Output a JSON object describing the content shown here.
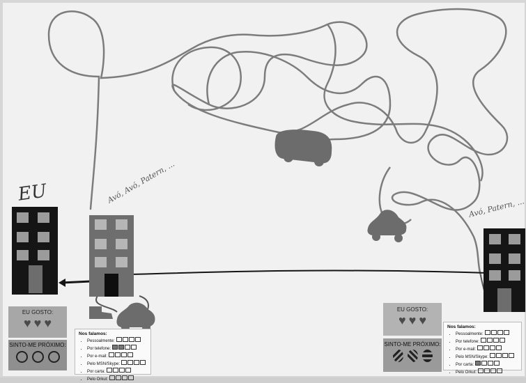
{
  "left": {
    "label_eu": "EU",
    "middle_note": "Avó, Avó, Patern, ...",
    "card_like_title": "EU GOSTO:",
    "card_close_title": "SINTO-ME PRÓXIMO:",
    "list": {
      "heading": "Nos falamos:",
      "items": [
        "Pessoalmente:",
        "Por telefone:",
        "Por e-mail:",
        "Pelo MSN/Skype:",
        "Por carta:",
        "Pelo Orkut:"
      ],
      "filled": [
        0,
        2,
        0,
        0,
        0,
        0
      ]
    }
  },
  "right": {
    "note": "Avó, Patern, ...",
    "card_like_title": "EU GOSTO:",
    "card_close_title": "SINTO-ME PRÓXIMO:",
    "list": {
      "heading": "Nos falamos:",
      "items": [
        "Pessoalmente:",
        "Por telefone:",
        "Por e-mail:",
        "Pelo MSN/Skype:",
        "Por carta:",
        "Pelo Orkut:"
      ],
      "filled": [
        0,
        0,
        0,
        0,
        1,
        0
      ]
    }
  },
  "colors": {
    "paper": "#f1f1f1",
    "line": "#7a7a7a",
    "ink": "#111111"
  }
}
